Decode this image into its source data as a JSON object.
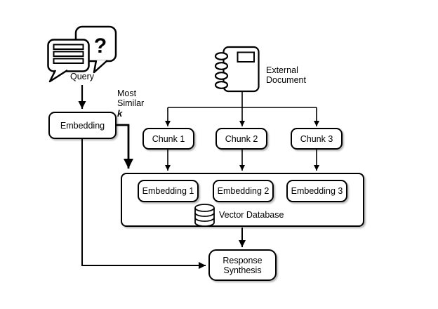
{
  "colors": {
    "stroke": "#000000",
    "fill": "#ffffff",
    "background": "#ffffff",
    "shadow": "rgba(0,0,0,0.28)"
  },
  "nodes": {
    "query": {
      "label": "Query",
      "question_mark": "?"
    },
    "embedding": {
      "label": "Embedding"
    },
    "most_similar": {
      "line1": "Most",
      "line2": "Similar",
      "k": "k"
    },
    "external_document": {
      "line1": "External",
      "line2": "Document"
    },
    "chunks": [
      {
        "label": "Chunk 1"
      },
      {
        "label": "Chunk 2"
      },
      {
        "label": "Chunk 3"
      }
    ],
    "embeddings": [
      {
        "label": "Embedding 1"
      },
      {
        "label": "Embedding 2"
      },
      {
        "label": "Embedding 3"
      }
    ],
    "vector_database": {
      "label": "Vector Database"
    },
    "response_synthesis": {
      "line1": "Response",
      "line2": "Synthesis"
    }
  }
}
